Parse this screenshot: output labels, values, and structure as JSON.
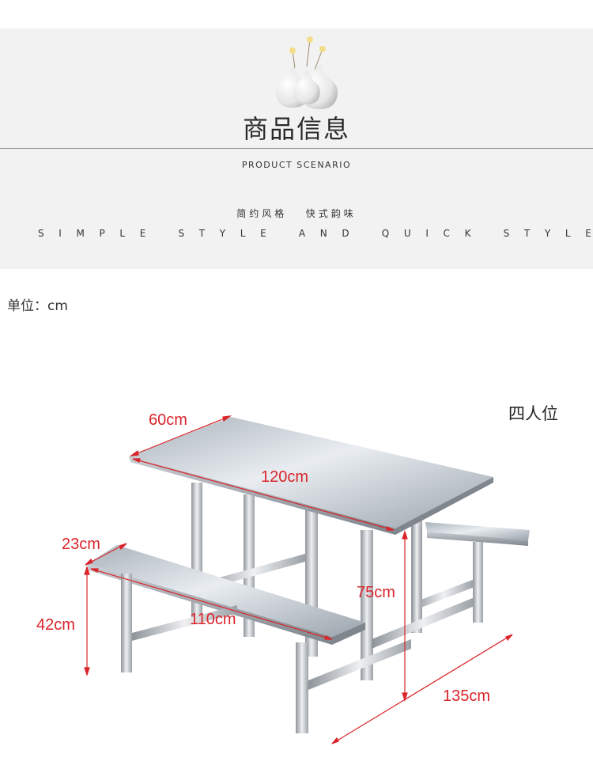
{
  "header": {
    "title_cn": "商品信息",
    "subtitle_en": "PRODUCT SCENARIO",
    "slogan_cn": "简约风格   快式韵味",
    "slogan_en_letters": [
      "S",
      "I",
      "M",
      "P",
      "L",
      "E",
      "",
      "S",
      "T",
      "Y",
      "L",
      "E",
      "",
      "A",
      "N",
      "D",
      "",
      "Q",
      "U",
      "I",
      "C",
      "K",
      "",
      "S",
      "T",
      "Y",
      "L",
      "E"
    ]
  },
  "unit_label": "单位：cm",
  "seat_label": "四人位",
  "dimensions": {
    "table_depth": "60cm",
    "table_length": "120cm",
    "bench_depth": "23cm",
    "table_height": "75cm",
    "bench_height": "42cm",
    "bench_length": "110cm",
    "overall_length": "135cm"
  },
  "colors": {
    "banner_bg": "#f2f2f2",
    "dimension_red": "#d9242a",
    "steel_light": "#d7dbe0",
    "steel_dark": "#8d939a"
  },
  "icons": {
    "header_decor": "vase-icon"
  }
}
